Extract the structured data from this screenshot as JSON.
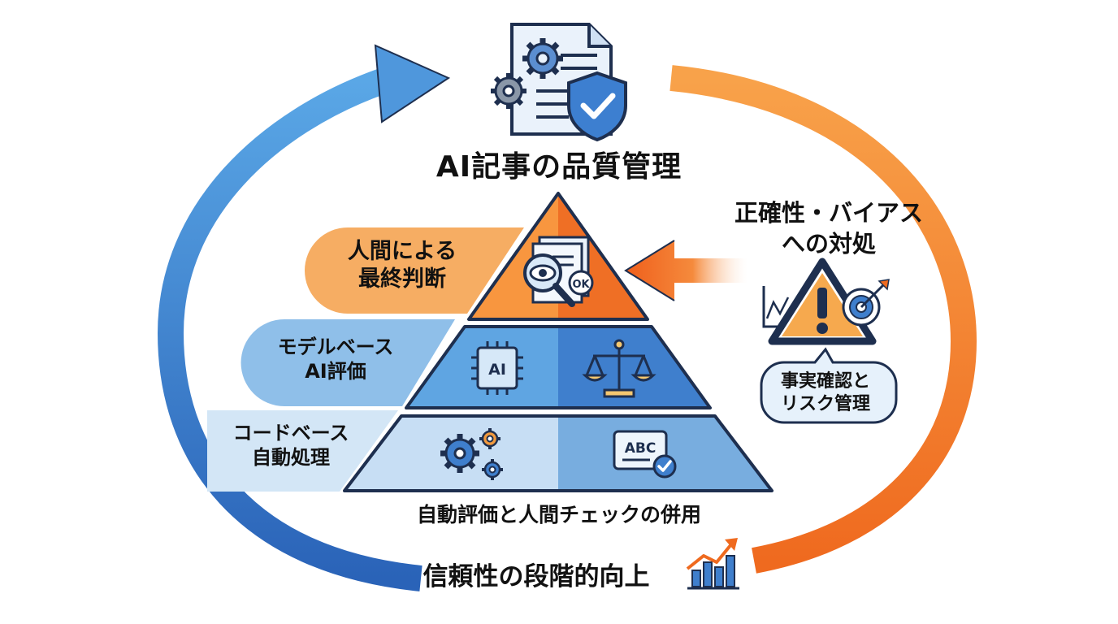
{
  "title": "AI記事の品質管理",
  "tiers": {
    "top": [
      "人間による",
      "最終判断"
    ],
    "middle": [
      "モデルベース",
      "AI評価"
    ],
    "bottom": [
      "コードベース",
      "自動処理"
    ]
  },
  "ai_chip_label": "AI",
  "abc_label": "ABC",
  "ok_label": "OK",
  "combined_label": "自動評価と人間チェックの併用",
  "bias": [
    "正確性・バイアス",
    "への対処"
  ],
  "bubble": [
    "事実確認と",
    "リスク管理"
  ],
  "bottom_label": "信頼性の段階的向上",
  "colors": {
    "blue_dark": "#2f6fbf",
    "blue_mid": "#5b9bdc",
    "blue_light": "#cfe3f6",
    "orange": "#f07a2b",
    "orange_light": "#f6b169",
    "navy": "#1e2f4f"
  },
  "icons": [
    "document-gear-shield-icon",
    "magnifier-eye-icon",
    "ai-chip-icon",
    "scales-icon",
    "gears-icon",
    "abc-check-icon",
    "warning-icon",
    "target-icon",
    "chart-icon",
    "growth-chart-icon"
  ]
}
